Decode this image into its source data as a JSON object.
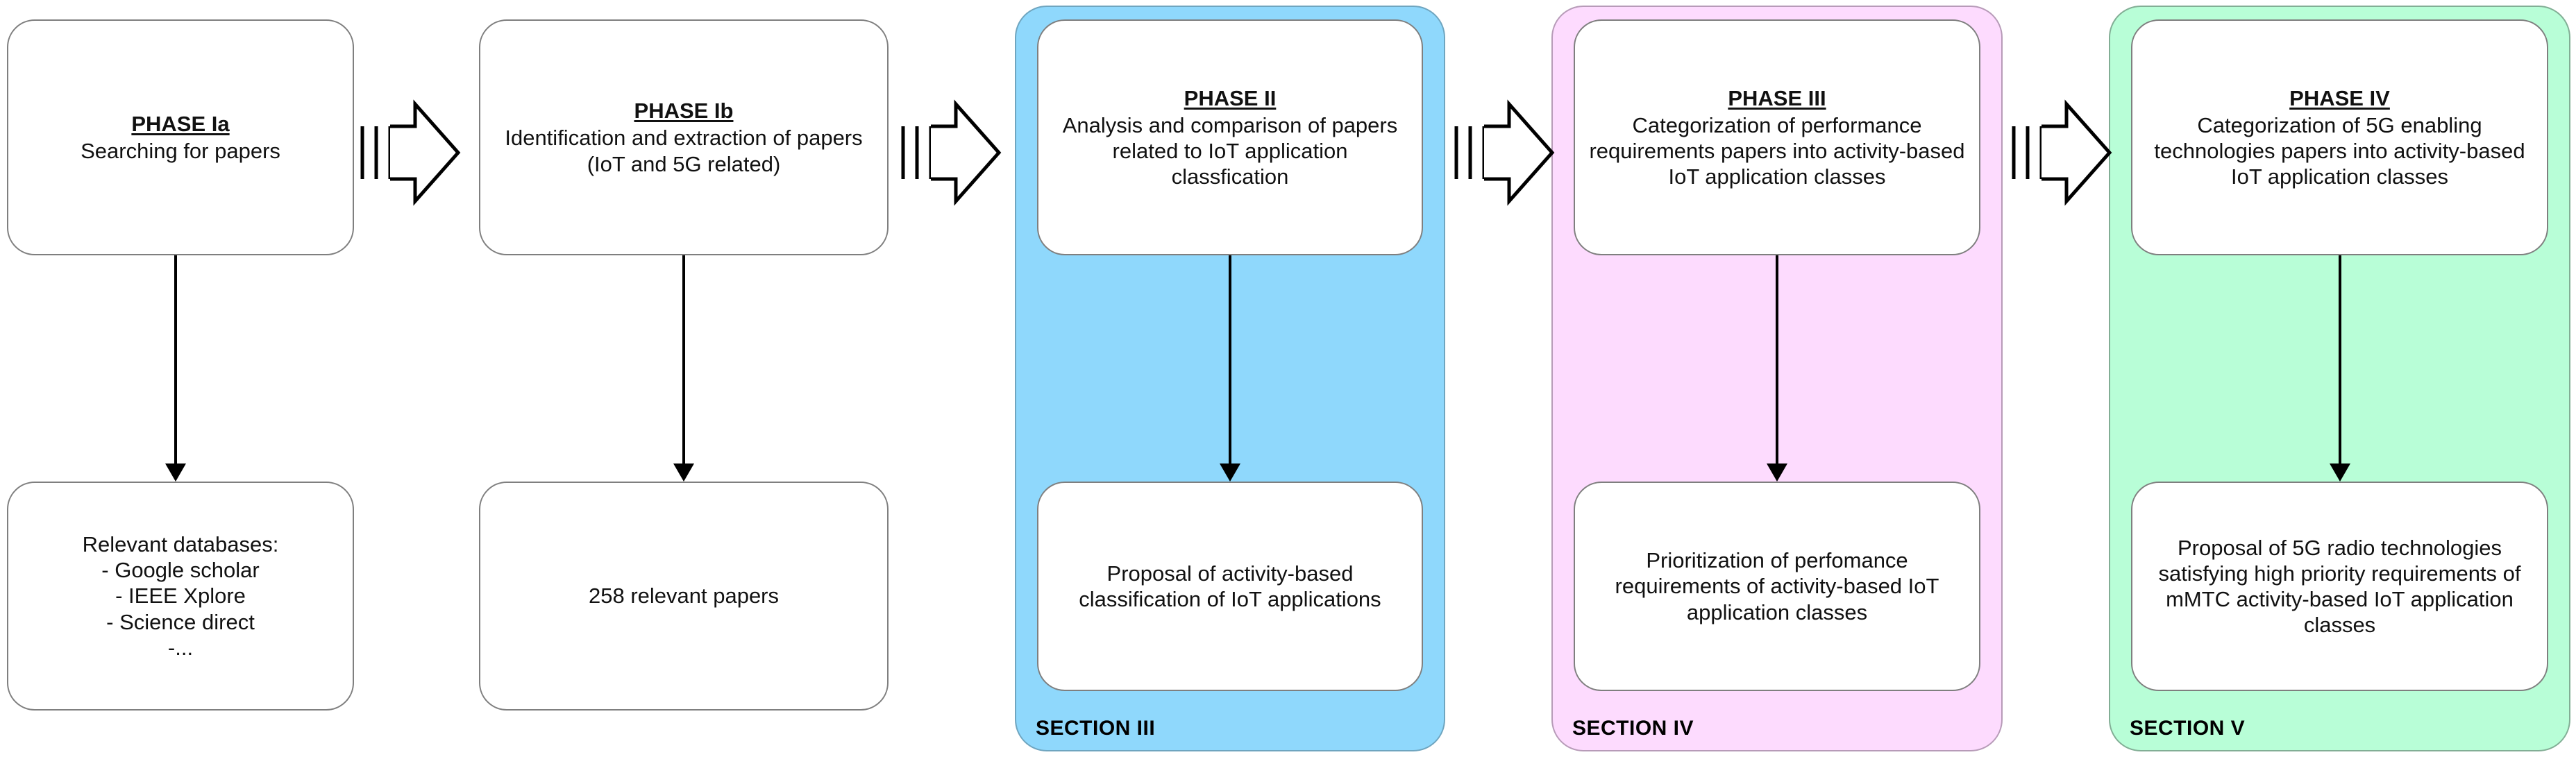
{
  "diagram": {
    "title": "Research methodology phases flowchart",
    "colors": {
      "section_iii_fill": "#8FD8FC",
      "section_iv_fill": "#FDDBFE",
      "section_v_fill": "#B8FED7",
      "box_fill": "#FFFFFF",
      "box_stroke": "#7F7F7F",
      "arrow_stroke": "#000000"
    },
    "columns": [
      {
        "id": "col-phase-1a",
        "section_label": "",
        "panel": "none",
        "top_box": {
          "title": "PHASE Ia",
          "body": "Searching for papers"
        },
        "bottom_box": {
          "title": "",
          "body": "Relevant databases:\n- Google scholar\n- IEEE Xplore\n- Science direct\n-..."
        }
      },
      {
        "id": "col-phase-1b",
        "section_label": "",
        "panel": "none",
        "top_box": {
          "title": "PHASE Ib",
          "body": "Identification and extraction of papers\n(IoT and 5G related)"
        },
        "bottom_box": {
          "title": "",
          "body": "258 relevant papers"
        }
      },
      {
        "id": "col-phase-2",
        "section_label": "SECTION III",
        "panel": "blue",
        "top_box": {
          "title": "PHASE II",
          "body": "Analysis and comparison of papers related to IoT application  classfication"
        },
        "bottom_box": {
          "title": "",
          "body": "Proposal of activity-based classification of IoT applications"
        }
      },
      {
        "id": "col-phase-3",
        "section_label": "SECTION IV",
        "panel": "pink",
        "top_box": {
          "title": "PHASE III",
          "body": "Categorization of performance requirements papers into activity-based IoT application classes"
        },
        "bottom_box": {
          "title": "",
          "body": "Prioritization of perfomance requirements  of activity-based IoT application classes"
        }
      },
      {
        "id": "col-phase-4",
        "section_label": "SECTION V",
        "panel": "green",
        "top_box": {
          "title": "PHASE IV",
          "body": "Categorization of 5G enabling technologies papers into activity-based IoT application classes"
        },
        "bottom_box": {
          "title": "",
          "body": "Proposal of 5G radio technologies satisfying high priority requirements of  mMTC activity-based IoT application classes"
        }
      }
    ],
    "connectors": {
      "horizontal_icon": "striped-block-arrow-right-icon",
      "vertical_icon": "down-arrow-icon",
      "count_horizontal": 4,
      "count_vertical": 5
    }
  }
}
